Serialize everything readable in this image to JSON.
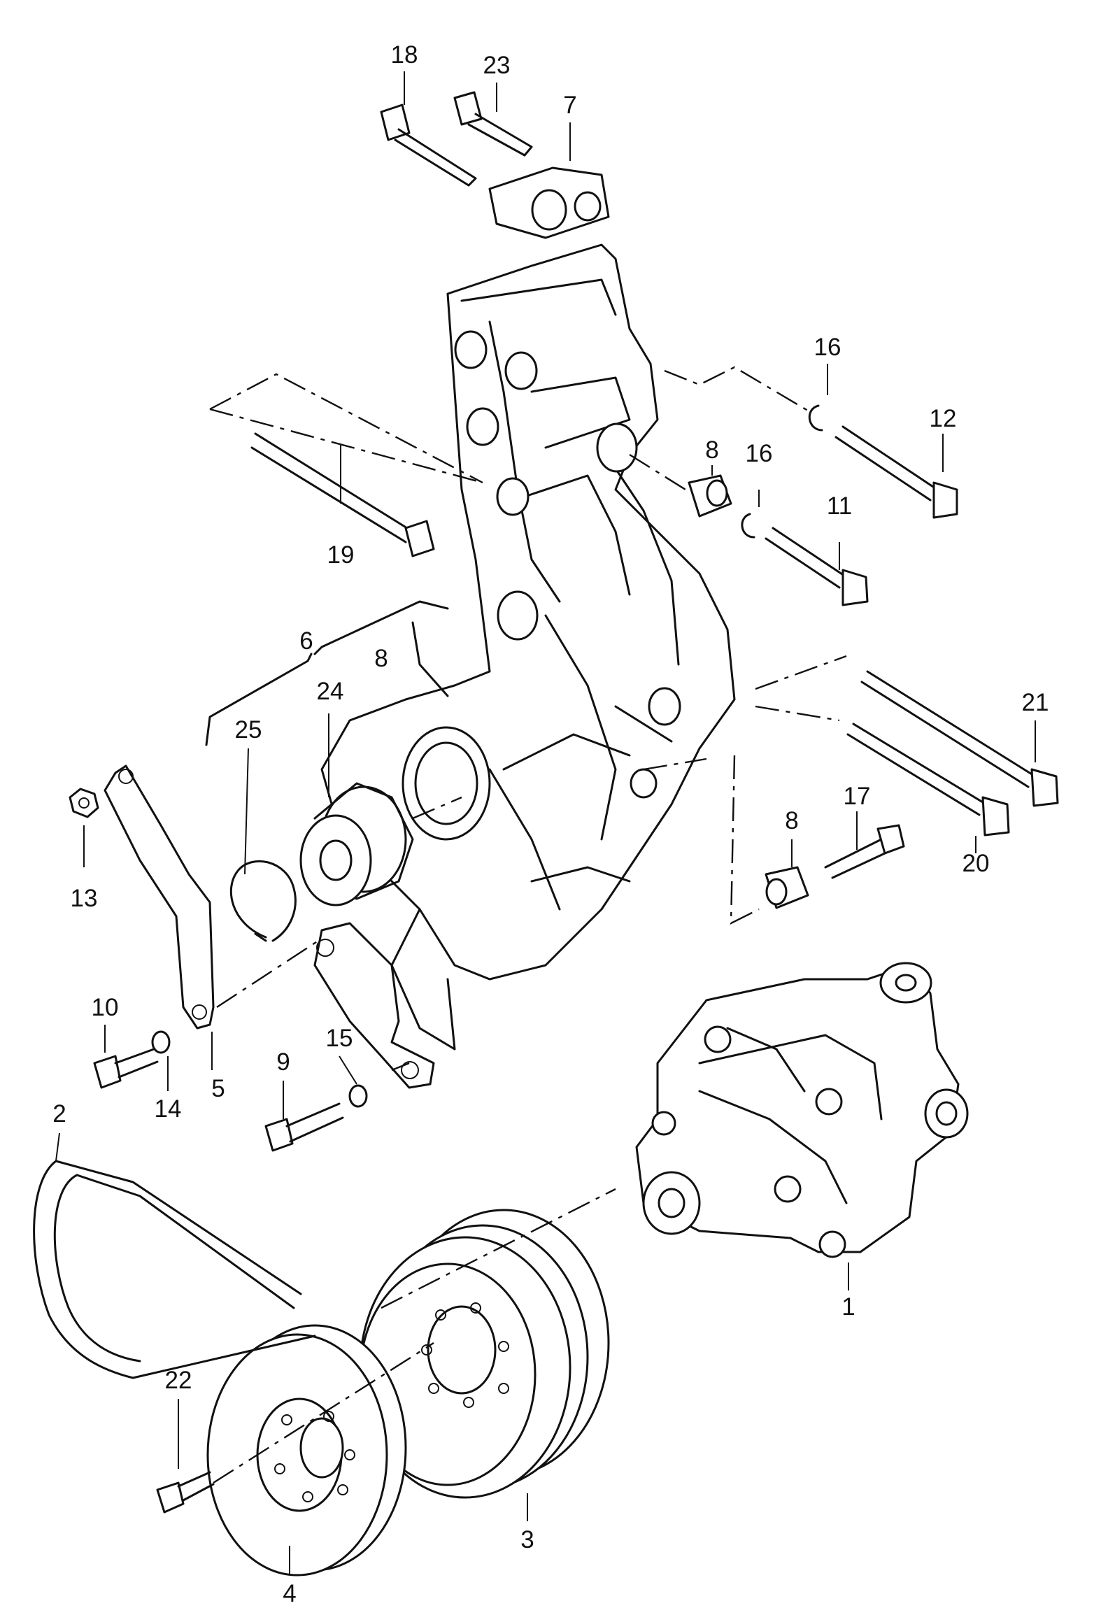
{
  "callouts": [
    "1",
    "2",
    "3",
    "4",
    "5",
    "6",
    "7",
    "8",
    "9",
    "10",
    "11",
    "12",
    "13",
    "14",
    "15",
    "16",
    "17",
    "18",
    "19",
    "20",
    "21",
    "22",
    "23",
    "24",
    "25"
  ],
  "labels": {
    "n1": "1",
    "n2": "2",
    "n3": "3",
    "n4": "4",
    "n5": "5",
    "n6": "6",
    "n7": "7",
    "n8a": "8",
    "n8b": "8",
    "n8c": "8",
    "n9": "9",
    "n10": "10",
    "n11": "11",
    "n12": "12",
    "n13": "13",
    "n14": "14",
    "n15": "15",
    "n16a": "16",
    "n16b": "16",
    "n17": "17",
    "n18": "18",
    "n19": "19",
    "n20": "20",
    "n21": "21",
    "n22": "22",
    "n23": "23",
    "n24": "24",
    "n25": "25"
  },
  "colors": {
    "line": "#111111",
    "background": "#ffffff"
  }
}
